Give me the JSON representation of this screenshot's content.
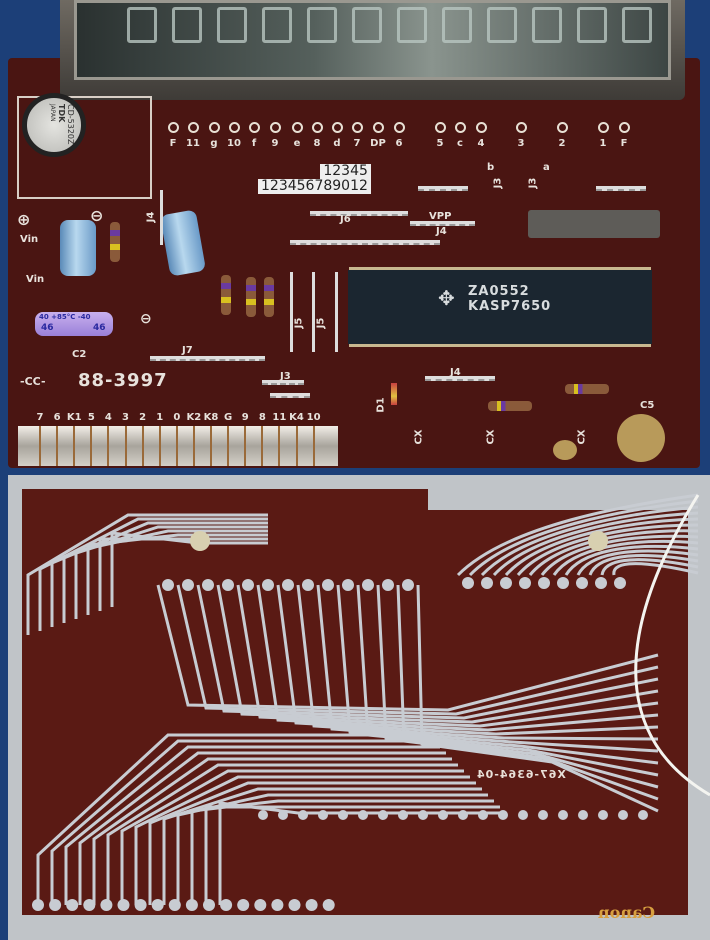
{
  "display": {
    "digit_count": 12
  },
  "top_board": {
    "display_pin_labels": [
      "F",
      "11",
      "g",
      "10",
      "f",
      "9",
      "e",
      "8",
      "d",
      "7",
      "DP",
      "6",
      "5",
      "c",
      "4",
      "3",
      "2",
      "1",
      "F"
    ],
    "segment_labels": [
      "b",
      "a"
    ],
    "buzzer": {
      "model": "CD-5320Z",
      "brand": "TDK",
      "origin": "JAPAN"
    },
    "sticker": {
      "line1": "12345",
      "line2": "123456789012"
    },
    "vin_plus": "Vin",
    "vin_minus": "Vin",
    "plus_symbol": "⊕",
    "minus_symbol": "⊖",
    "c2_label": "C2",
    "axial_cap": {
      "rating": "40 +85°C -40",
      "value": "46"
    },
    "board_mark": "-CC-",
    "board_number": "88-3997",
    "jumpers": {
      "j3": "J3",
      "j4": "J4",
      "j5": "J5",
      "j6": "J6",
      "j7": "J7",
      "vpp": "VPP"
    },
    "ic": {
      "line1": "ZA0552",
      "line2": "KASP7650"
    },
    "d1_label": "D1",
    "cx_label": "CX",
    "c5_label": "C5",
    "connector_pin_labels": [
      "7",
      "6",
      "K1",
      "5",
      "4",
      "3",
      "2",
      "1",
      "0",
      "K2",
      "K8",
      "G",
      "9",
      "8",
      "11",
      "K4",
      "10"
    ]
  },
  "bottom_board": {
    "part_number": "X67-6364-04",
    "brand": "Canon"
  },
  "colors": {
    "board": "#4a1512",
    "copper": "#5a1a14",
    "solder": "#c8ccd2",
    "background": "#1c3f78"
  }
}
